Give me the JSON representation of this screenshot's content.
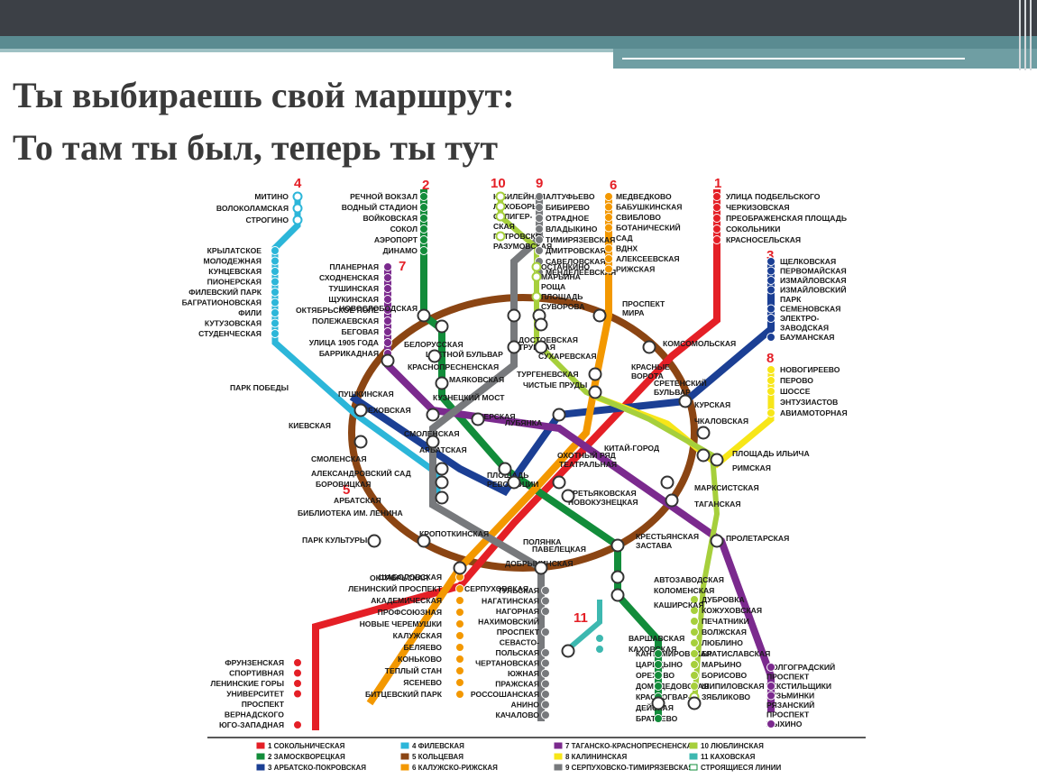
{
  "slide": {
    "title_line1": "Ты выбираешь свой маршрут:",
    "title_line2": "То там ты был, теперь ты тут"
  },
  "colors": {
    "l1": "#e41f26",
    "l2": "#128c3a",
    "l3": "#1b3f94",
    "l4": "#2cb6d9",
    "l5": "#8b4513",
    "l6": "#f39800",
    "l7": "#7b2a8e",
    "l8": "#f7e618",
    "l9": "#77797c",
    "l10": "#a6cf3c",
    "l11": "#3db8b0"
  },
  "line_numbers": [
    {
      "label": "1",
      "color": "#e41f26"
    },
    {
      "label": "2",
      "color": "#e41f26"
    },
    {
      "label": "3",
      "color": "#e41f26"
    },
    {
      "label": "4",
      "color": "#e41f26"
    },
    {
      "label": "5",
      "color": "#e41f26"
    },
    {
      "label": "6",
      "color": "#e41f26"
    },
    {
      "label": "7",
      "color": "#e41f26"
    },
    {
      "label": "8",
      "color": "#e41f26"
    },
    {
      "label": "9",
      "color": "#e41f26"
    },
    {
      "label": "10",
      "color": "#e41f26"
    },
    {
      "label": "11",
      "color": "#e41f26"
    }
  ],
  "stations": {
    "l4_north": [
      "МИТИНО",
      "ВОЛОКОЛАМСКАЯ",
      "СТРОГИНО"
    ],
    "l4_west": [
      "КРЫЛАТСКОЕ",
      "МОЛОДЕЖНАЯ",
      "КУНЦЕВСКАЯ",
      "ПИОНЕРСКАЯ",
      "ФИЛЕВСКИЙ ПАРК",
      "БАГРАТИОНОВСКАЯ",
      "ФИЛИ",
      "КУТУЗОВСКАЯ",
      "СТУДЕНЧЕСКАЯ"
    ],
    "l2_north": [
      "РЕЧНОЙ ВОКЗАЛ",
      "ВОДНЫЙ СТАДИОН",
      "ВОЙКОВСКАЯ",
      "СОКОЛ",
      "АЭРОПОРТ",
      "ДИНАМО"
    ],
    "l7_north": [
      "ПЛАНЕРНАЯ",
      "СХОДНЕНСКАЯ",
      "ТУШИНСКАЯ",
      "ЩУКИНСКАЯ",
      "ОКТЯБРЬСКОЕ ПОЛЕ",
      "ПОЛЕЖАЕВСКАЯ",
      "БЕГОВАЯ",
      "УЛИЦА 1905 ГОДА",
      "БАРРИКАДНАЯ"
    ],
    "l10_north": [
      "ЮБИЛЕЙНАЯ",
      "ЛИХОБОРЫ",
      "СЕЛИГЕР-",
      "СКАЯ",
      "ПЕТРОВСКО-",
      "РАЗУМОВСКАЯ"
    ],
    "l9_north": [
      "АЛТУФЬЕВО",
      "БИБИРЕВО",
      "ОТРАДНОЕ",
      "ВЛАДЫКИНО",
      "ТИМИРЯЗЕВСКАЯ",
      "ДМИТРОВСКАЯ",
      "САВЕЛОВСКАЯ",
      "МЕНДЕЛЕЕВСКАЯ"
    ],
    "l10_mid": [
      "ОСТАНКИНО",
      "МАРЬИНА",
      "РОЩА",
      "ПЛОЩАДЬ",
      "СУВОРОВА"
    ],
    "l6_north": [
      "МЕДВЕДКОВО",
      "БАБУШКИНСКАЯ",
      "СВИБЛОВО",
      "БОТАНИЧЕСКИЙ",
      "САД",
      "ВДНХ",
      "АЛЕКСЕЕВСКАЯ",
      "РИЖСКАЯ"
    ],
    "l1_north": [
      "УЛИЦА ПОДБЕЛЬСКОГО",
      "ЧЕРКИЗОВСКАЯ",
      "ПРЕОБРАЖЕНСКАЯ ПЛОЩАДЬ",
      "СОКОЛЬНИКИ",
      "КРАСНОСЕЛЬСКАЯ"
    ],
    "l3_east": [
      "ЩЕЛКОВСКАЯ",
      "ПЕРВОМАЙСКАЯ",
      "ИЗМАЙЛОВСКАЯ",
      "ИЗМАЙЛОВСКИЙ",
      "ПАРК",
      "СЕМЕНОВСКАЯ",
      "ЭЛЕКТРО-",
      "ЗАВОДСКАЯ",
      "БАУМАНСКАЯ"
    ],
    "l8_east": [
      "НОВОГИРЕЕВО",
      "ПЕРОВО",
      "ШОССЕ",
      "ЭНТУЗИАСТОВ",
      "АВИАМОТОРНАЯ"
    ],
    "center": [
      "НОВОСЛОБОДСКАЯ",
      "ДОСТОЕВСКАЯ",
      "ПРОСПЕКТ",
      "МИРА",
      "БЕЛОРУССКАЯ",
      "ЦВЕТНОЙ БУЛЬВАР",
      "ТРУБНАЯ",
      "СУХАРЕВСКАЯ",
      "КОМСОМОЛЬСКАЯ",
      "КРАСНОПРЕСНЕНСКАЯ",
      "ТУРГЕНЕВСКАЯ",
      "КРАСНЫЕ",
      "ВОРОТА",
      "ПАРК ПОБЕДЫ",
      "МАЯКОВСКАЯ",
      "ЧИСТЫЕ ПРУДЫ",
      "СРЕТЕНСКИЙ",
      "БУЛЬВАР",
      "ПУШКИНСКАЯ",
      "КУЗНЕЦКИЙ МОСТ",
      "КУРСКАЯ",
      "ЧЕХОВСКАЯ",
      "ТВЕРСКАЯ",
      "ЛУБЯНКА",
      "ЧКАЛОВСКАЯ",
      "КИЕВСКАЯ",
      "СМОЛЕНСКАЯ",
      "АРБАТСКАЯ",
      "КИТАЙ-ГОРОД",
      "ОХОТНЫЙ РЯД",
      "ТЕАТРАЛЬНАЯ",
      "ПЛОЩАДЬ ИЛЬИЧА",
      "СМОЛЕНСКАЯ",
      "РИМСКАЯ",
      "АЛЕКСАНДРОВСКИЙ САД",
      "БОРОВИЦКАЯ",
      "ПЛОЩАДЬ",
      "РЕВОЛЮЦИИ",
      "ТРЕТЬЯКОВСКАЯ",
      "НОВОКУЗНЕЦКАЯ",
      "МАРКСИСТСКАЯ",
      "АРБАТСКАЯ",
      "ТАГАНСКАЯ",
      "БИБЛИОТЕКА ИМ. ЛЕНИНА",
      "КРОПОТКИНСКАЯ",
      "ПАРК КУЛЬТУРЫ",
      "ПОЛЯНКА",
      "ПАВЕЛЕЦКАЯ",
      "КРЕСТЬЯНСКАЯ",
      "ЗАСТАВА",
      "ПРОЛЕТАРСКАЯ",
      "ДОБРЫНИНСКАЯ",
      "ОКТЯБРЬСКАЯ",
      "СЕРПУХОВСКАЯ",
      "АВТОЗАВОДСКАЯ",
      "КОЛОМЕНСКАЯ",
      "КАШИРСКАЯ"
    ],
    "l6_south": [
      "ШАБОЛОВСКАЯ",
      "ЛЕНИНСКИЙ ПРОСПЕКТ",
      "АКАДЕМИЧЕСКАЯ",
      "ПРОФСОЮЗНАЯ",
      "НОВЫЕ ЧЕРЕМУШКИ",
      "КАЛУЖСКАЯ",
      "БЕЛЯЕВО",
      "КОНЬКОВО",
      "ТЕПЛЫЙ СТАН",
      "ЯСЕНЕВО",
      "БИТЦЕВСКИЙ ПАРК"
    ],
    "l9_south": [
      "ТУЛЬСКАЯ",
      "НАГАТИНСКАЯ",
      "НАГОРНАЯ",
      "НАХИМОВСКИЙ",
      "ПРОСПЕКТ",
      "СЕВАСТО-",
      "ПОЛЬСКАЯ",
      "ЧЕРТАНОВСКАЯ",
      "ЮЖНАЯ",
      "ПРАЖСКАЯ",
      "РОССОШАНСКАЯ",
      "АНИНО",
      "КАЧАЛОВО"
    ],
    "l11": [
      "ВАРШАВСКАЯ",
      "КАХОВСКАЯ"
    ],
    "l2_south": [
      "КАНТЕМИРОВСКАЯ",
      "ЦАРИЦЫНО",
      "ОРЕХОВО",
      "ДОМОДЕДОВСКАЯ",
      "КРАСНОГВАР-",
      "ДЕЙСКАЯ",
      "БРАТЕЕВО"
    ],
    "l10_south": [
      "ДУБРОВКА",
      "КОЖУХОВСКАЯ",
      "ПЕЧАТНИКИ",
      "ВОЛЖСКАЯ",
      "ЛЮБЛИНО",
      "БРАТИСЛАВСКАЯ",
      "МАРЬИНО",
      "БОРИСОВО",
      "ШИПИЛОВСКАЯ",
      "ЗЯБЛИКОВО"
    ],
    "l7_south": [
      "ВОЛГОГРАДСКИЙ",
      "ПРОСПЕКТ",
      "ТЕКСТИЛЬЩИКИ",
      "КУЗЬМИНКИ",
      "РЯЗАНСКИЙ",
      "ПРОСПЕКТ",
      "ВЫХИНО"
    ],
    "l1_south": [
      "ФРУНЗЕНСКАЯ",
      "СПОРТИВНАЯ",
      "ЛЕНИНСКИЕ ГОРЫ",
      "УНИВЕРСИТЕТ",
      "ПРОСПЕКТ",
      "ВЕРНАДСКОГО",
      "ЮГО-ЗАПАДНАЯ"
    ]
  },
  "legend": [
    {
      "label": "1 СОКОЛЬНИЧЕСКАЯ",
      "color": "#e41f26"
    },
    {
      "label": "2 ЗАМОСКВОРЕЦКАЯ",
      "color": "#128c3a"
    },
    {
      "label": "3 АРБАТСКО-ПОКРОВСКАЯ",
      "color": "#1b3f94"
    },
    {
      "label": "4 ФИЛЕВСКАЯ",
      "color": "#2cb6d9"
    },
    {
      "label": "5 КОЛЬЦЕВАЯ",
      "color": "#8b4513"
    },
    {
      "label": "6 КАЛУЖСКО-РИЖСКАЯ",
      "color": "#f39800"
    },
    {
      "label": "7 ТАГАНСКО-КРАСНОПРЕСНЕНСКАЯ",
      "color": "#7b2a8e"
    },
    {
      "label": "8 КАЛИНИНСКАЯ",
      "color": "#f7e618"
    },
    {
      "label": "9 СЕРПУХОВСКО-ТИМИРЯЗЕВСКАЯ",
      "color": "#77797c"
    },
    {
      "label": "10 ЛЮБЛИНСКАЯ",
      "color": "#a6cf3c"
    },
    {
      "label": "11 КАХОВСКАЯ",
      "color": "#3db8b0"
    },
    {
      "label": "СТРОЯЩИЕСЯ ЛИНИИ",
      "color": "#ffffff"
    }
  ]
}
